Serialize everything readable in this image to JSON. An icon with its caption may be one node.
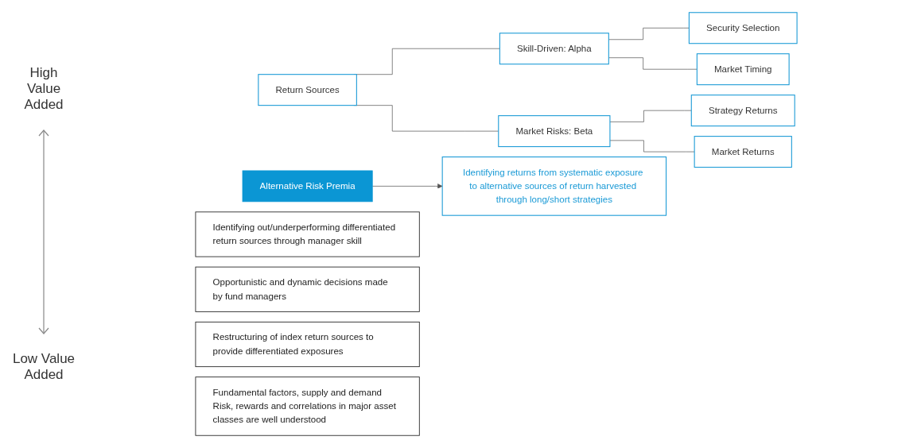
{
  "diagram": {
    "nodes": [
      {
        "text": [
          "Return Sources"
        ]
      },
      {
        "text": [
          "Skill-Driven: Alpha"
        ]
      },
      {
        "text": [
          "Market Risks: Beta"
        ]
      },
      {
        "text": [
          "Security Selection"
        ]
      },
      {
        "text": [
          "Market Timing"
        ]
      },
      {
        "text": [
          "Alternative Risk Premia"
        ]
      },
      {
        "text": [
          "Strategy Returns"
        ]
      },
      {
        "text": [
          "Market Returns"
        ]
      },
      {
        "text": [
          "Identifying out/underperforming differentiated return sources through manager skill"
        ]
      },
      {
        "text": [
          "Opportunistic and dynamic decisions made by fund managers"
        ]
      },
      {
        "text": [
          "Identifying returns from systematic exposure to alternative sources of return harvested through long/short strategies"
        ]
      },
      {
        "text": [
          "Restructuring of index return sources to provide differentiated exposures"
        ]
      },
      {
        "text": [
          "Fundamental factors, supply and demand",
          "Risk, rewards and correlations in major asset classes are well understood"
        ]
      }
    ],
    "edges": [
      {
        "from": 0,
        "to": 1,
        "arrow": "none"
      },
      {
        "from": 0,
        "to": 2,
        "arrow": "none"
      },
      {
        "from": 1,
        "to": 3,
        "arrow": "none"
      },
      {
        "from": 1,
        "to": 4,
        "arrow": "none"
      },
      {
        "from": 2,
        "to": 6,
        "arrow": "none"
      },
      {
        "from": 2,
        "to": 7,
        "arrow": "none"
      },
      {
        "from": 5,
        "to": 10,
        "arrow": "to"
      }
    ],
    "labels": [
      "High Value Added",
      "Low Value Added"
    ]
  }
}
